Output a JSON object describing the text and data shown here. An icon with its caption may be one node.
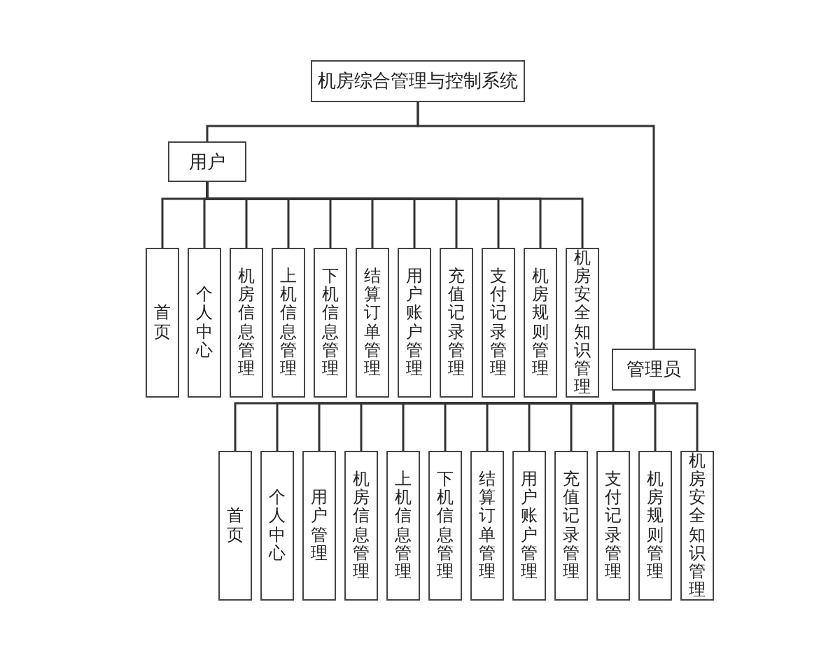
{
  "diagram": {
    "nodes": [
      {
        "text": [
          "机房综合管理与控制系统"
        ]
      },
      {
        "text": [
          "用户"
        ]
      },
      {
        "text": [
          "首页"
        ]
      },
      {
        "text": [
          "个人中心"
        ]
      },
      {
        "text": [
          "机房信息管理"
        ]
      },
      {
        "text": [
          "上机信息管理"
        ]
      },
      {
        "text": [
          "下机信息管理"
        ]
      },
      {
        "text": [
          "结算订单管理"
        ]
      },
      {
        "text": [
          "用户账户管理"
        ]
      },
      {
        "text": [
          "充值记录管理"
        ]
      },
      {
        "text": [
          "支付记录管理"
        ]
      },
      {
        "text": [
          "机房规则管理"
        ]
      },
      {
        "text": [
          "机房安全知识管理"
        ]
      },
      {
        "text": [
          "管理员"
        ]
      },
      {
        "text": [
          "首页"
        ]
      },
      {
        "text": [
          "个人中心"
        ]
      },
      {
        "text": [
          "用户管理"
        ]
      },
      {
        "text": [
          "机房信息管理"
        ]
      },
      {
        "text": [
          "上机信息管理"
        ]
      },
      {
        "text": [
          "下机信息管理"
        ]
      },
      {
        "text": [
          "结算订单管理"
        ]
      },
      {
        "text": [
          "用户账户管理"
        ]
      },
      {
        "text": [
          "充值记录管理"
        ]
      },
      {
        "text": [
          "支付记录管理"
        ]
      },
      {
        "text": [
          "机房规则管理"
        ]
      },
      {
        "text": [
          "机房安全知识管理"
        ]
      }
    ],
    "edges": [
      {
        "from": 0,
        "to": 1,
        "arrow": "none"
      },
      {
        "from": 0,
        "to": 13,
        "arrow": "none"
      },
      {
        "from": 1,
        "to": 2,
        "arrow": "none"
      },
      {
        "from": 1,
        "to": 3,
        "arrow": "none"
      },
      {
        "from": 1,
        "to": 4,
        "arrow": "none"
      },
      {
        "from": 1,
        "to": 5,
        "arrow": "none"
      },
      {
        "from": 1,
        "to": 6,
        "arrow": "none"
      },
      {
        "from": 1,
        "to": 7,
        "arrow": "none"
      },
      {
        "from": 1,
        "to": 8,
        "arrow": "none"
      },
      {
        "from": 1,
        "to": 9,
        "arrow": "none"
      },
      {
        "from": 1,
        "to": 10,
        "arrow": "none"
      },
      {
        "from": 1,
        "to": 11,
        "arrow": "none"
      },
      {
        "from": 1,
        "to": 12,
        "arrow": "none"
      },
      {
        "from": 13,
        "to": 14,
        "arrow": "none"
      },
      {
        "from": 13,
        "to": 15,
        "arrow": "none"
      },
      {
        "from": 13,
        "to": 16,
        "arrow": "none"
      },
      {
        "from": 13,
        "to": 17,
        "arrow": "none"
      },
      {
        "from": 13,
        "to": 18,
        "arrow": "none"
      },
      {
        "from": 13,
        "to": 19,
        "arrow": "none"
      },
      {
        "from": 13,
        "to": 20,
        "arrow": "none"
      },
      {
        "from": 13,
        "to": 21,
        "arrow": "none"
      },
      {
        "from": 13,
        "to": 22,
        "arrow": "none"
      },
      {
        "from": 13,
        "to": 23,
        "arrow": "none"
      },
      {
        "from": 13,
        "to": 24,
        "arrow": "none"
      },
      {
        "from": 13,
        "to": 25,
        "arrow": "none"
      }
    ]
  }
}
